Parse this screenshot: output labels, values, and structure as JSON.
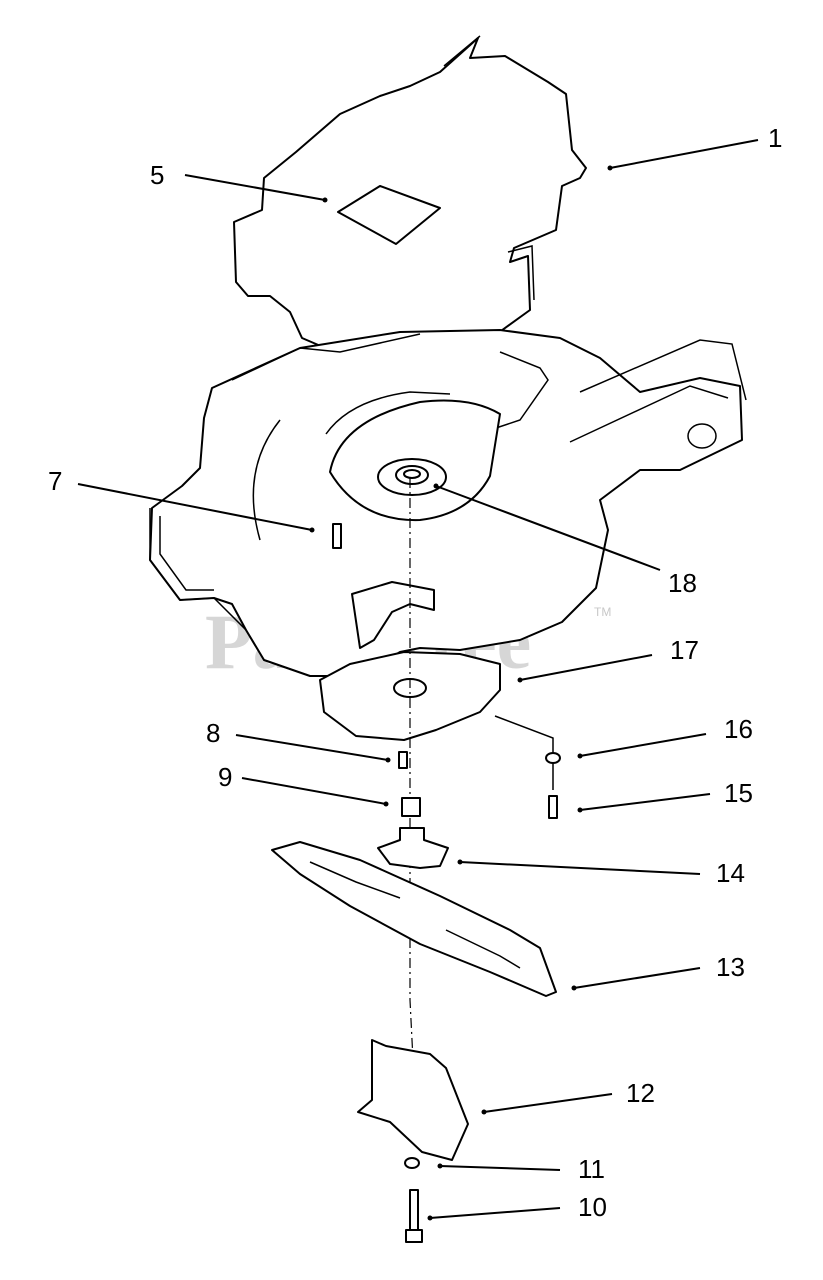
{
  "watermark": {
    "text": "PartsTree",
    "trademark": "TM"
  },
  "callouts": [
    {
      "id": "c1",
      "label": "1"
    },
    {
      "id": "c5",
      "label": "5"
    },
    {
      "id": "c7",
      "label": "7"
    },
    {
      "id": "c18",
      "label": "18"
    },
    {
      "id": "c17",
      "label": "17"
    },
    {
      "id": "c8",
      "label": "8"
    },
    {
      "id": "c16",
      "label": "16"
    },
    {
      "id": "c9",
      "label": "9"
    },
    {
      "id": "c15",
      "label": "15"
    },
    {
      "id": "c14",
      "label": "14"
    },
    {
      "id": "c13",
      "label": "13"
    },
    {
      "id": "c12",
      "label": "12"
    },
    {
      "id": "c11",
      "label": "11"
    },
    {
      "id": "c10",
      "label": "10"
    }
  ]
}
